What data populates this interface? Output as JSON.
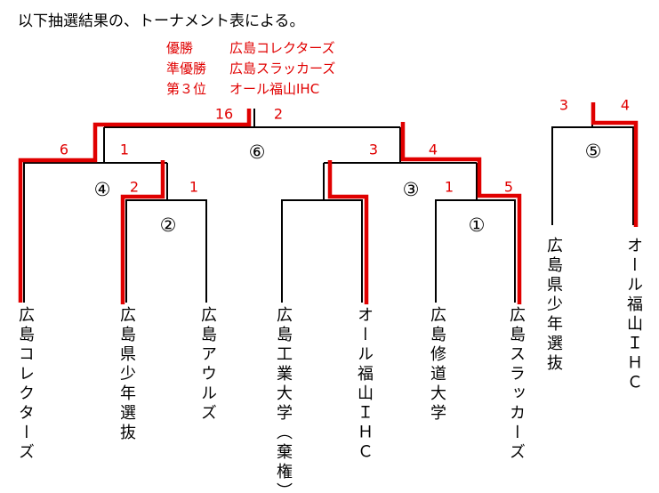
{
  "title": "以下抽選結果の、トーナメント表による。",
  "results": [
    {
      "rank": "優勝",
      "team": "広島コレクターズ"
    },
    {
      "rank": "準優勝",
      "team": "広島スラッカーズ"
    },
    {
      "rank": "第３位",
      "team": "オール福山IHC"
    }
  ],
  "teams": [
    "広島コレクターズ",
    "広島県少年選抜",
    "広島アウルズ",
    "広島工業大学（棄権）",
    "オール福山ＩＨＣ",
    "広島修道大学",
    "広島スラッカーズ",
    "広島県少年選抜",
    "オール福山ＩＨＣ"
  ],
  "matches": [
    {
      "no": "①",
      "scores": [
        "1",
        "5"
      ]
    },
    {
      "no": "②",
      "scores": [
        "2",
        "1"
      ]
    },
    {
      "no": "③",
      "scores": [
        "3",
        "4"
      ]
    },
    {
      "no": "④",
      "scores": [
        "6",
        "1"
      ]
    },
    {
      "no": "⑤",
      "scores": [
        "3",
        "4"
      ]
    },
    {
      "no": "⑥",
      "scores": [
        "16",
        "2"
      ]
    }
  ],
  "colors": {
    "winner": "#e00000",
    "line": "#000000"
  }
}
